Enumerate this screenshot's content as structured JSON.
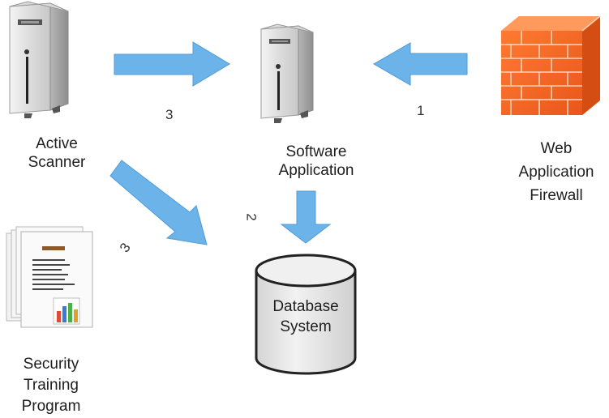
{
  "nodes": {
    "active_scanner": [
      "Active",
      "Scanner"
    ],
    "software_application": [
      "Software",
      "Application"
    ],
    "web_application_firewall": [
      "Web",
      "Application",
      "Firewall"
    ],
    "security_training_program": [
      "Security",
      "Training",
      "Program"
    ],
    "database_system": [
      "Database",
      "System"
    ]
  },
  "edges": [
    {
      "from": "Web Application Firewall",
      "to": "Software Application",
      "label": "1"
    },
    {
      "from": "Software Application",
      "to": "Database System",
      "label": "2"
    },
    {
      "from": "Active Scanner",
      "to": "Software Application",
      "label": "3"
    },
    {
      "from": "Active Scanner",
      "to": "Database System",
      "label": "3"
    }
  ],
  "colors": {
    "arrow_fill": "#6cb3ea",
    "arrow_stroke": "#4f9bd6",
    "firewall": "#f26522",
    "server_body": "#e6e6e6",
    "database_body": "#e8e8e8"
  },
  "icons": {
    "server": "server-tower-icon",
    "firewall": "brick-wall-icon",
    "documents": "document-stack-icon",
    "database": "database-cylinder-icon"
  }
}
